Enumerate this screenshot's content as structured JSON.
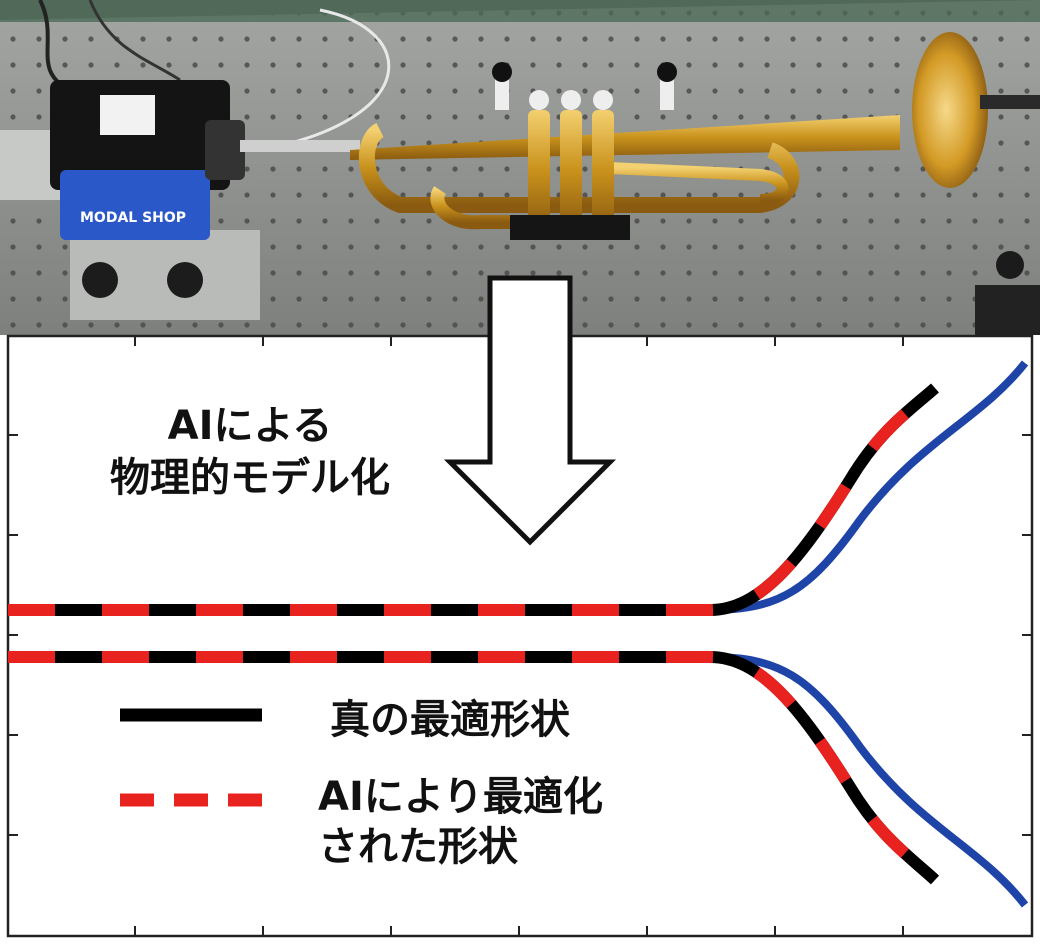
{
  "annotation": {
    "line1": "AIによる",
    "line2": "物理的モデル化"
  },
  "legend": {
    "true_optimal": "真の最適形状",
    "ai_optimized_line1": "AIにより最適化",
    "ai_optimized_line2": "された形状"
  },
  "colors": {
    "true_shape": "#000000",
    "ai_shape_dash": "#e8231f",
    "reference_shape": "#1f44a8",
    "photo_table": "#8d8f8c",
    "trumpet_brass": "#d4a020"
  },
  "photo": {
    "description_icons": [
      "modal-shop-shaker-icon",
      "trumpet-icon",
      "optical-table-icon"
    ],
    "shaker_brand_text": "MODAL SHOP"
  },
  "chart_data": {
    "type": "line",
    "series": [
      {
        "name": "真の最適形状",
        "style": "solid",
        "color": "#000000"
      },
      {
        "name": "AIにより最適化された形状",
        "style": "dashed",
        "color": "#e8231f"
      }
    ],
    "xlabel": "",
    "ylabel": "",
    "grid": false
  }
}
